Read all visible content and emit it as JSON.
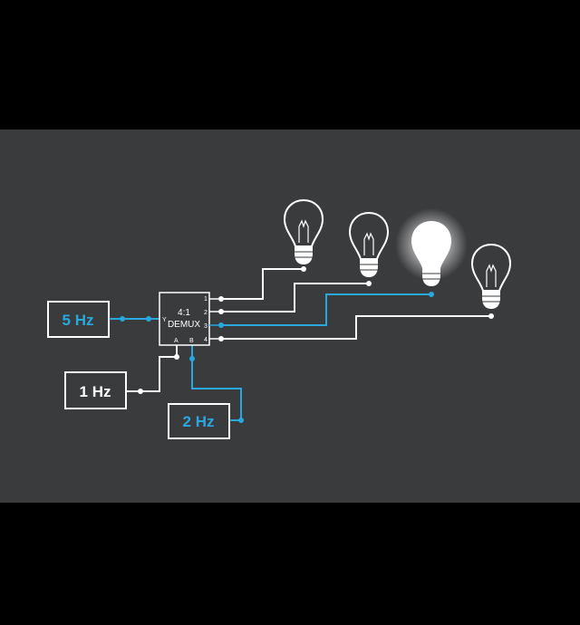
{
  "diagram": {
    "colors": {
      "panel": "#3a3b3d",
      "wire": "#ffffff",
      "active_wire": "#29a8e0",
      "bulb_on": "#ffffff"
    },
    "demux": {
      "title_line1": "4:1",
      "title_line2": "DEMUX",
      "input_pin": "Y",
      "select_pin_a": "A",
      "select_pin_b": "B",
      "outputs": [
        "1",
        "2",
        "3",
        "4"
      ]
    },
    "sources": {
      "input": {
        "label": "5 Hz",
        "active": true
      },
      "select_a": {
        "label": "1 Hz",
        "active": false
      },
      "select_b": {
        "label": "2 Hz",
        "active": true
      }
    },
    "bulbs": [
      {
        "output": "1",
        "lit": false
      },
      {
        "output": "2",
        "lit": false
      },
      {
        "output": "3",
        "lit": true
      },
      {
        "output": "4",
        "lit": false
      }
    ]
  }
}
